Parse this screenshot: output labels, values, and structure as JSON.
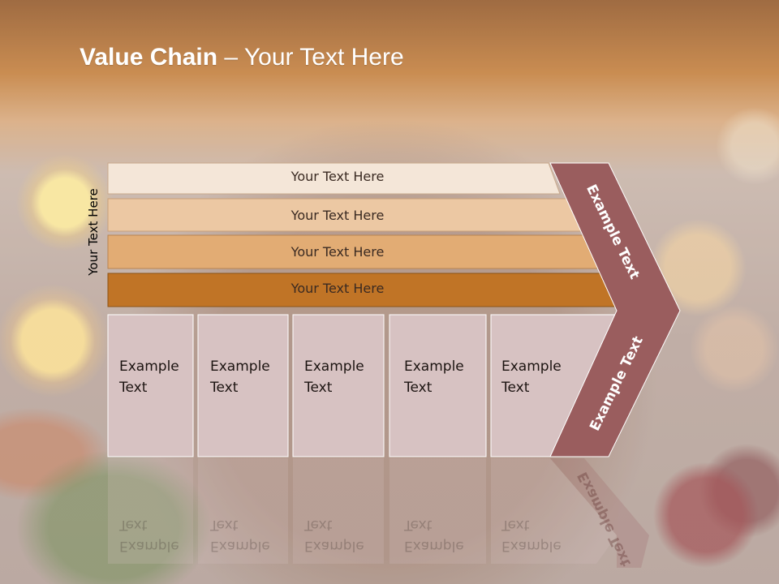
{
  "title": {
    "bold": "Value Chain",
    "rest": " – Your Text Here"
  },
  "side_label": "Your Text Here",
  "bands": [
    {
      "label": "Your Text Here",
      "color": "#f4e6d8"
    },
    {
      "label": "Your Text Here",
      "color": "#ecc8a3"
    },
    {
      "label": "Your Text Here",
      "color": "#e2ac74"
    },
    {
      "label": "Your Text Here",
      "color": "#c07426"
    }
  ],
  "columns": [
    {
      "line1": "Example",
      "line2": "Text"
    },
    {
      "line1": "Example",
      "line2": "Text"
    },
    {
      "line1": "Example",
      "line2": "Text"
    },
    {
      "line1": "Example",
      "line2": "Text"
    },
    {
      "line1": "Example",
      "line2": "Text"
    }
  ],
  "arrow": {
    "upper": "Example Text",
    "lower": "Example Text",
    "color": "#9a5d5e"
  },
  "column_color": "#d7c2c2"
}
